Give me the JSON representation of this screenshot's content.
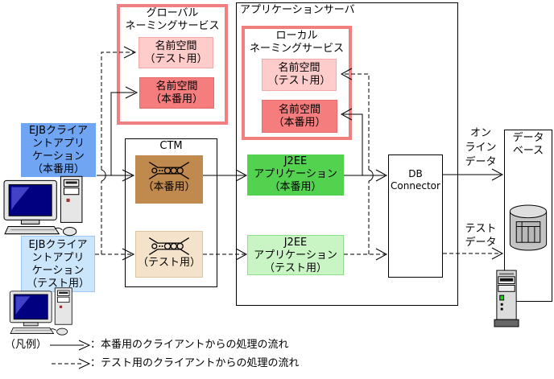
{
  "app_server": {
    "title": "アプリケーションサーバ",
    "local_naming": {
      "title": "ローカル\nネーミングサービス",
      "namespace_test": "名前空間\n（テスト用）",
      "namespace_prod": "名前空間\n（本番用）"
    },
    "j2ee_prod": "J2EE\nアプリケーション\n（本番用）",
    "j2ee_test": "J2EE\nアプリケーション\n（テスト用）",
    "db_connector": "DB\nConnector"
  },
  "global_naming": {
    "title": "グローバル\nネーミングサービス",
    "namespace_test": "名前空間\n（テスト用）",
    "namespace_prod": "名前空間\n（本番用）"
  },
  "ctm": {
    "title": "CTM",
    "prod_label": "（本番用）",
    "test_label": "（テスト用）"
  },
  "clients": {
    "prod": "EJBクライア\nントアプリ\nケーション\n（本番用）",
    "test": "EJBクライア\nントアプリ\nケーション\n（テスト用）"
  },
  "database": {
    "title": "データ\nベース"
  },
  "flow_labels": {
    "online_data": "オン\nライン\nデータ",
    "test_data": "テスト\nデータ"
  },
  "legend": {
    "title": "（凡例）",
    "solid": "：本番用のクライアントからの処理の流れ",
    "dashed": "：テスト用のクライアントからの処理の流れ"
  },
  "colors": {
    "client_prod": "#6FA5F2",
    "client_test": "#CBE5FA",
    "naming_border": "#F08080",
    "namespace_test": "#FFCCCC",
    "namespace_prod": "#F57D7D",
    "ctm_prod": "#C08A4F",
    "ctm_test": "#F4E2CB",
    "j2ee_prod": "#52D24E",
    "j2ee_test": "#C9F5C4"
  }
}
